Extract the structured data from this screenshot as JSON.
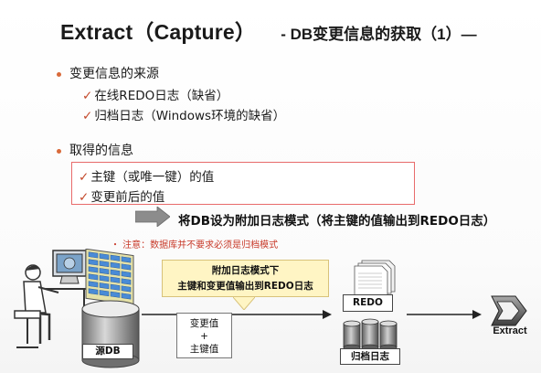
{
  "title": {
    "main": "Extract（Capture）",
    "sub": "- DB变更信息的获取（1）—"
  },
  "sections": [
    {
      "heading": "变更信息的来源",
      "items": [
        "在线REDO日志（缺省）",
        "归档日志（Windows环境的缺省）"
      ]
    },
    {
      "heading": "取得的信息",
      "items": [
        "主键（或唯一键）的值",
        "变更前后的值"
      ]
    }
  ],
  "arrow_text": "将DB设为附加日志模式（将主键的值输出到REDO日志）",
  "note": "・ 注意：数据库并不要求必须是归档模式",
  "diagram": {
    "callout": {
      "line1": "附加日志模式下",
      "line2": "主键和变更值输出到REDO日志"
    },
    "change_box": {
      "line1": "变更值",
      "line2": "+",
      "line3": "主键值"
    },
    "source_db": "源DB",
    "redo": "REDO",
    "archive": "归档日志",
    "extract": "Extract"
  },
  "colors": {
    "bullet": "#d96a3a",
    "check": "#c44a2c",
    "highlight_border": "#e86b6b",
    "note_text": "#c83a2a",
    "callout_bg": "#fff5c4"
  }
}
